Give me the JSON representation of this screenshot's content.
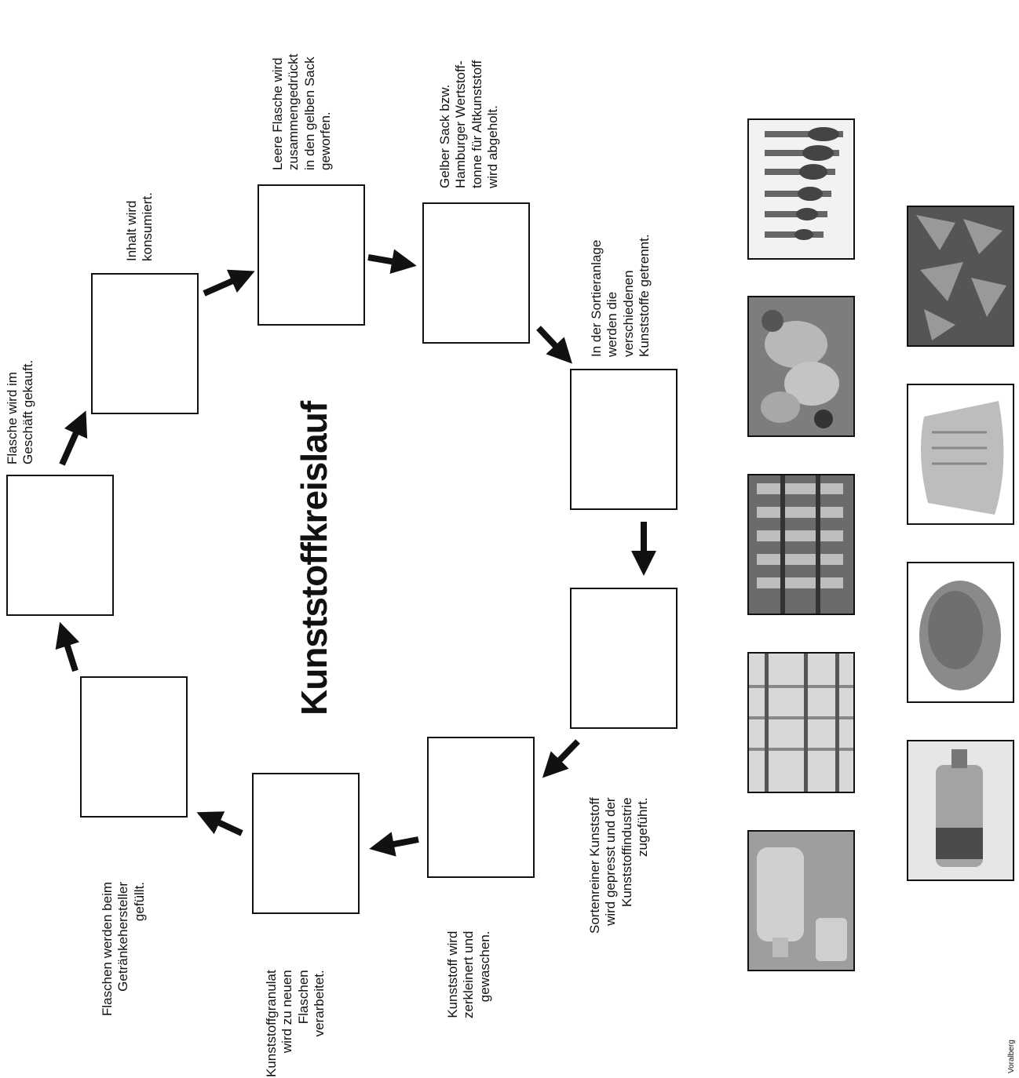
{
  "title": "Kunststoffkreislauf",
  "steps": [
    {
      "text": "Flasche wird im\nGeschäft gekauft."
    },
    {
      "text": "Inhalt wird\nkonsumiert."
    },
    {
      "text": "Leere Flasche wird\nzusammengedrückt\nin den gelben Sack\ngeworfen."
    },
    {
      "text": "Gelber Sack bzw.\nHamburger Wertstoff-\ntonne für Altkunststoff\nwird abgeholt."
    },
    {
      "text": "In der Sortieranlage\nwerden die\nverschiedenen\nKunststoffe getrennt."
    },
    {
      "text": "Sortenreiner Kunststoff\nwird gepresst und der\nKunststoffindustrie\nzugeführt."
    },
    {
      "text": "Kunststoff wird\nzerkleinert und\ngewaschen."
    },
    {
      "text": "Kunststoffgranulat\nwird zu neuen\nFlaschen\nverarbeitet."
    },
    {
      "text": "Flaschen werden beim\nGetränkehersteller\ngefüllt."
    }
  ],
  "photos": [
    {
      "subject": "bottle-preforms"
    },
    {
      "subject": "sorting-plant-workers"
    },
    {
      "subject": "bottling-machinery"
    },
    {
      "subject": "factory-hall"
    },
    {
      "subject": "bottles-drinking"
    },
    {
      "subject": "pressed-plastic-bales"
    },
    {
      "subject": "yellow-sack"
    },
    {
      "subject": "plastic-granulate"
    },
    {
      "subject": "crushed-bottle"
    }
  ],
  "credit": "Voralberg",
  "colors": {
    "ink": "#111111",
    "photo_bg": "#9a9a9a"
  }
}
